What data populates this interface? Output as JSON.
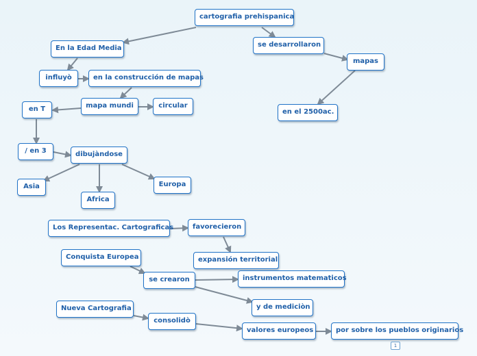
{
  "nodes": {
    "cartografia_prehispanica": "cartografia prehispanica",
    "en_la_edad_media": "En la Edad Media",
    "se_desarrollaron": "se desarrollaron",
    "mapas": "mapas",
    "influyo": "influyò",
    "en_la_construccion": "en la construcción de mapas",
    "en_el_2500": "en el 2500ac.",
    "en_t": "en T",
    "mapa_mundi": "mapa mundi",
    "circular": "circular",
    "en_3": "/ en 3",
    "dibujandose": "dibujàndose",
    "asia": "Asia",
    "africa": "Africa",
    "europa": "Europa",
    "representac": "Los Representac. Cartograficas",
    "favorecieron": "favorecieron",
    "conquista": "Conquista Europea",
    "expansion": "expansión territorial",
    "se_crearon": "se crearon",
    "instrumentos": "instrumentos matematicos",
    "de_medicion": "y de mediciòn",
    "nueva": "Nueva Cartografia",
    "consolido": "consolidò",
    "valores": "valores europeos",
    "pueblos": "por sobre los pueblos originarios"
  },
  "page_badge": "1",
  "colors": {
    "node_border": "#1f72c7",
    "node_text": "#1f5fa8",
    "connector": "#7e8a96",
    "background": "#eaf4f9"
  }
}
